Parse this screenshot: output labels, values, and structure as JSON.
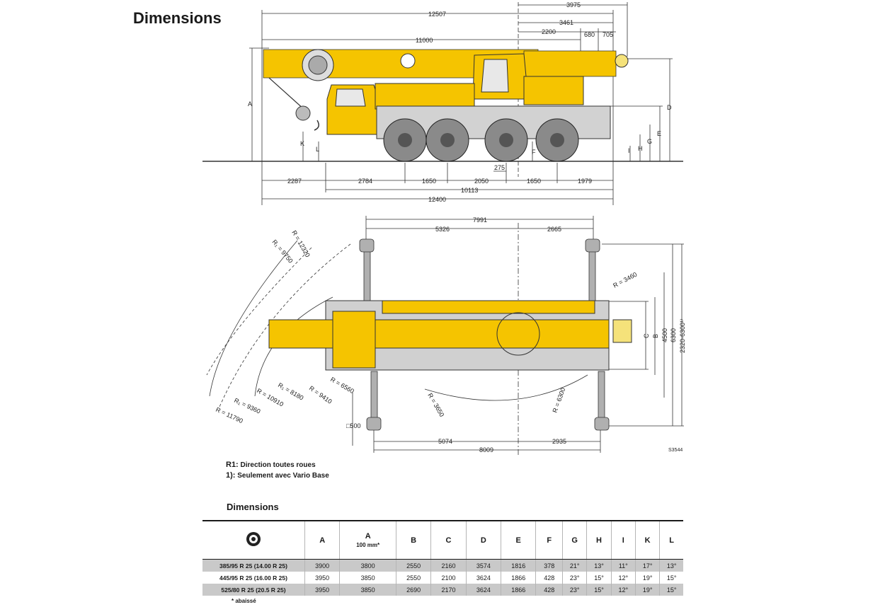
{
  "page": {
    "title": "Dimensions"
  },
  "side_view": {
    "top_dims": [
      "12507",
      "3975",
      "3461",
      "2200",
      "680",
      "705",
      "11000"
    ],
    "bottom_dims": [
      "2287",
      "2784",
      "1650",
      "2050",
      "1650",
      "1979",
      "275",
      "10113",
      "12400"
    ],
    "letters": [
      "A",
      "D",
      "E",
      "F",
      "G",
      "H",
      "I",
      "K",
      "L"
    ]
  },
  "top_view": {
    "top_dims": [
      "7991",
      "5326",
      "2665"
    ],
    "right_dims": [
      "C",
      "B",
      "4500",
      "6300",
      "2320-6300¹⁾"
    ],
    "radii": [
      "R = 12320",
      "R₁ = 9750",
      "R = 3460",
      "R₁ = 8180",
      "R = 9410",
      "R = 6560",
      "R = 10910",
      "R₁ = 9360",
      "R = 11790",
      "R = 3650",
      "R = 6300"
    ],
    "outrigger_pad": "□500",
    "bottom_dims": [
      "5074",
      "2935",
      "8009"
    ],
    "drawing_code": "S3544"
  },
  "notes": [
    {
      "key": "R1:",
      "text": "Direction toutes roues"
    },
    {
      "key": "1):",
      "text": "Seulement avec Vario Base"
    }
  ],
  "table": {
    "title": "Dimensions",
    "headers": [
      "A",
      "A",
      "B",
      "C",
      "D",
      "E",
      "F",
      "G",
      "H",
      "I",
      "K",
      "L"
    ],
    "header_sub": "100 mm*",
    "rows": [
      [
        "385/95 R 25 (14.00 R 25)",
        "3900",
        "3800",
        "2550",
        "2160",
        "3574",
        "1816",
        "378",
        "21°",
        "13°",
        "11°",
        "17°",
        "13°"
      ],
      [
        "445/95 R 25 (16.00 R 25)",
        "3950",
        "3850",
        "2550",
        "2100",
        "3624",
        "1866",
        "428",
        "23°",
        "15°",
        "12°",
        "19°",
        "15°"
      ],
      [
        "525/80 R 25 (20.5 R 25)",
        "3950",
        "3850",
        "2690",
        "2170",
        "3624",
        "1866",
        "428",
        "23°",
        "15°",
        "12°",
        "19°",
        "15°"
      ]
    ],
    "footnote": "* abaissé"
  },
  "colors": {
    "crane_yellow": "#f5c400",
    "tyre_gray": "#8a8a8a",
    "row_shade": "#c9c9c9"
  }
}
